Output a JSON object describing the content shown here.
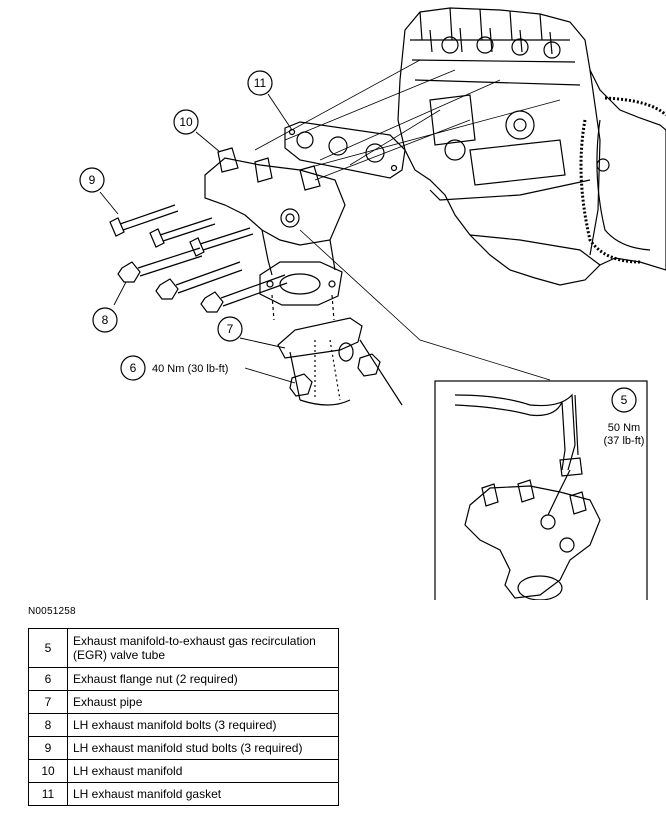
{
  "figure_id": "N0051258",
  "callouts": {
    "c5": "5",
    "c6": "6",
    "c7": "7",
    "c8": "8",
    "c9": "9",
    "c10": "10",
    "c11": "11"
  },
  "torques": {
    "t6": "40 Nm (30 lb-ft)",
    "t5_line1": "50 Nm",
    "t5_line2": "(37 lb-ft)"
  },
  "legend": [
    {
      "num": "5",
      "desc": "Exhaust manifold-to-exhaust gas recirculation (EGR) valve tube"
    },
    {
      "num": "6",
      "desc": "Exhaust flange nut (2 required)"
    },
    {
      "num": "7",
      "desc": "Exhaust pipe"
    },
    {
      "num": "8",
      "desc": "LH exhaust manifold bolts (3 required)"
    },
    {
      "num": "9",
      "desc": "LH exhaust manifold stud bolts (3 required)"
    },
    {
      "num": "10",
      "desc": "LH exhaust manifold"
    },
    {
      "num": "11",
      "desc": "LH exhaust manifold gasket"
    }
  ]
}
